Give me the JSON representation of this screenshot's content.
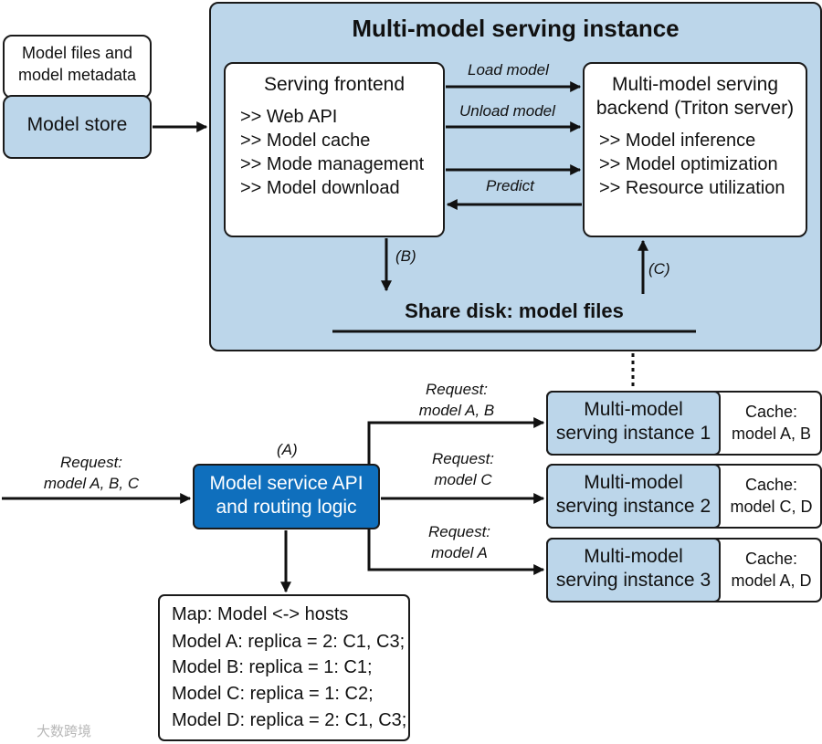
{
  "instance": {
    "title": "Multi-model serving instance",
    "frontend_title": "Serving frontend",
    "frontend_items": [
      ">> Web API",
      ">> Model cache",
      ">> Mode management",
      ">> Model download"
    ],
    "backend_title_1": "Multi-model serving",
    "backend_title_2": "backend (Triton server)",
    "backend_items": [
      ">> Model inference",
      ">> Model optimization",
      ">> Resource utilization"
    ],
    "arrow_labels": {
      "load": "Load model",
      "unload": "Unload model",
      "predict": "Predict",
      "b": "(B)",
      "c": "(C)"
    },
    "shared_disk": "Share disk: model files"
  },
  "store": {
    "files_line1": "Model files and",
    "files_line2": "model metadata",
    "label": "Model store"
  },
  "incoming": {
    "line1": "Request:",
    "line2": "model A, B, C"
  },
  "router": {
    "tag": "(A)",
    "line1": "Model service API",
    "line2": "and routing logic"
  },
  "routes": [
    {
      "req1": "Request:",
      "req2": "model A, B",
      "name1": "Multi-model",
      "name2": "serving instance 1",
      "cache1": "Cache:",
      "cache2": "model A, B"
    },
    {
      "req1": "Request:",
      "req2": "model C",
      "name1": "Multi-model",
      "name2": "serving instance 2",
      "cache1": "Cache:",
      "cache2": "model C, D"
    },
    {
      "req1": "Request:",
      "req2": "model A",
      "name1": "Multi-model",
      "name2": "serving instance 3",
      "cache1": "Cache:",
      "cache2": "model A, D"
    }
  ],
  "map": {
    "title": "Map: Model <-> hosts",
    "rows": [
      "Model A: replica = 2: C1, C3;",
      "Model B: replica = 1: C1;",
      "Model C: replica = 1: C2;",
      "Model D: replica = 2: C1, C3;"
    ]
  },
  "watermark": "大数跨境"
}
